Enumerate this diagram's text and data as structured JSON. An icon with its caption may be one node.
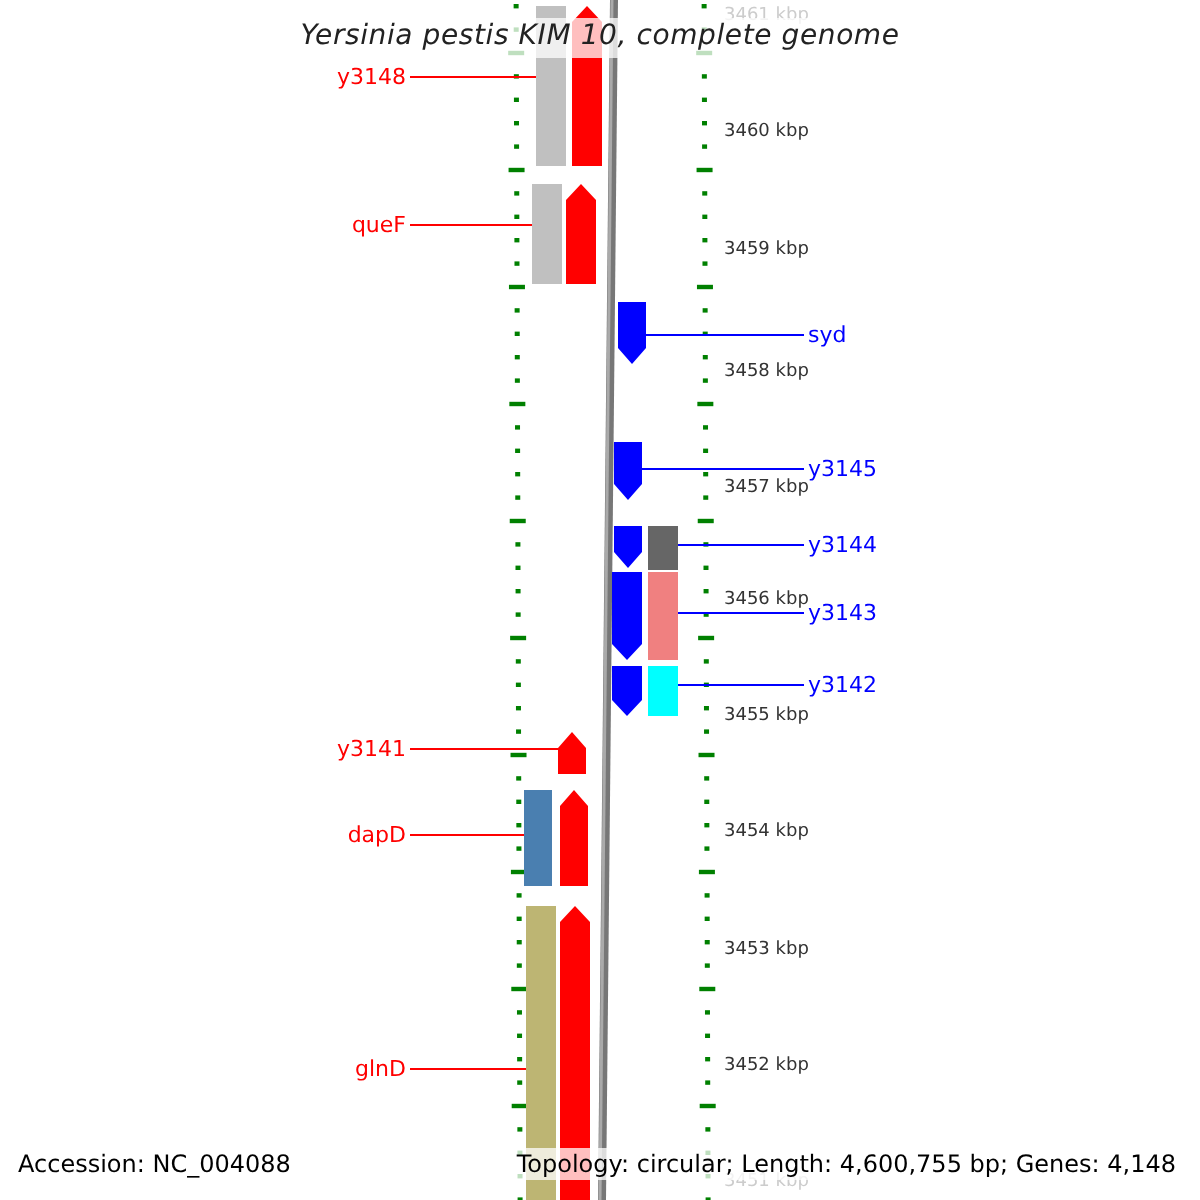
{
  "diagram": {
    "title": "Yersinia pestis KIM 10, complete genome",
    "nodes": [
      {
        "text": [
          "y3148"
        ]
      },
      {
        "text": [
          "queF"
        ]
      },
      {
        "text": [
          "syd"
        ]
      },
      {
        "text": [
          "y3145"
        ]
      },
      {
        "text": [
          "y3144"
        ]
      },
      {
        "text": [
          "y3143"
        ]
      },
      {
        "text": [
          "y3142"
        ]
      },
      {
        "text": [
          "y3141"
        ]
      },
      {
        "text": [
          "dapD"
        ]
      },
      {
        "text": [
          "glnD"
        ]
      },
      {
        "text": [],
        "shape": "bar"
      },
      {
        "text": [],
        "shape": "pentagon"
      },
      {
        "text": [],
        "shape": "bar"
      },
      {
        "text": [],
        "shape": "pentagon"
      },
      {
        "text": [],
        "shape": "pentagon"
      },
      {
        "text": [],
        "shape": "pentagon"
      },
      {
        "text": [],
        "shape": "pentagon"
      },
      {
        "text": [],
        "shape": "bar"
      },
      {
        "text": [],
        "shape": "pentagon"
      },
      {
        "text": [],
        "shape": "bar"
      },
      {
        "text": [],
        "shape": "pentagon"
      },
      {
        "text": [],
        "shape": "bar"
      },
      {
        "text": [],
        "shape": "pentagon"
      },
      {
        "text": [],
        "shape": "bar"
      },
      {
        "text": [],
        "shape": "pentagon"
      },
      {
        "text": [],
        "shape": "bar"
      },
      {
        "text": [],
        "shape": "pentagon"
      }
    ],
    "edges": [
      {
        "from": 0,
        "to": 10,
        "arrow": "none",
        "color": "#ff0000"
      },
      {
        "from": 1,
        "to": 12,
        "arrow": "none",
        "color": "#ff0000"
      },
      {
        "from": 2,
        "to": 14,
        "arrow": "none",
        "color": "#0000ff"
      },
      {
        "from": 3,
        "to": 15,
        "arrow": "none",
        "color": "#0000ff"
      },
      {
        "from": 4,
        "to": 17,
        "arrow": "none",
        "color": "#0000ff"
      },
      {
        "from": 5,
        "to": 19,
        "arrow": "none",
        "color": "#0000ff"
      },
      {
        "from": 6,
        "to": 21,
        "arrow": "none",
        "color": "#0000ff"
      },
      {
        "from": 7,
        "to": 22,
        "arrow": "none",
        "color": "#ff0000"
      },
      {
        "from": 8,
        "to": 23,
        "arrow": "none",
        "color": "#ff0000"
      },
      {
        "from": 9,
        "to": 25,
        "arrow": "none",
        "color": "#ff0000"
      }
    ],
    "labels": [
      "3461 kbp",
      "3460 kbp",
      "3459 kbp",
      "3458 kbp",
      "3457 kbp",
      "3456 kbp",
      "3455 kbp",
      "3454 kbp",
      "3453 kbp",
      "3452 kbp",
      "3451 kbp",
      "Accession: NC_004088",
      "Topology: circular; Length: 4,600,755 bp; Genes: 4,148"
    ]
  }
}
